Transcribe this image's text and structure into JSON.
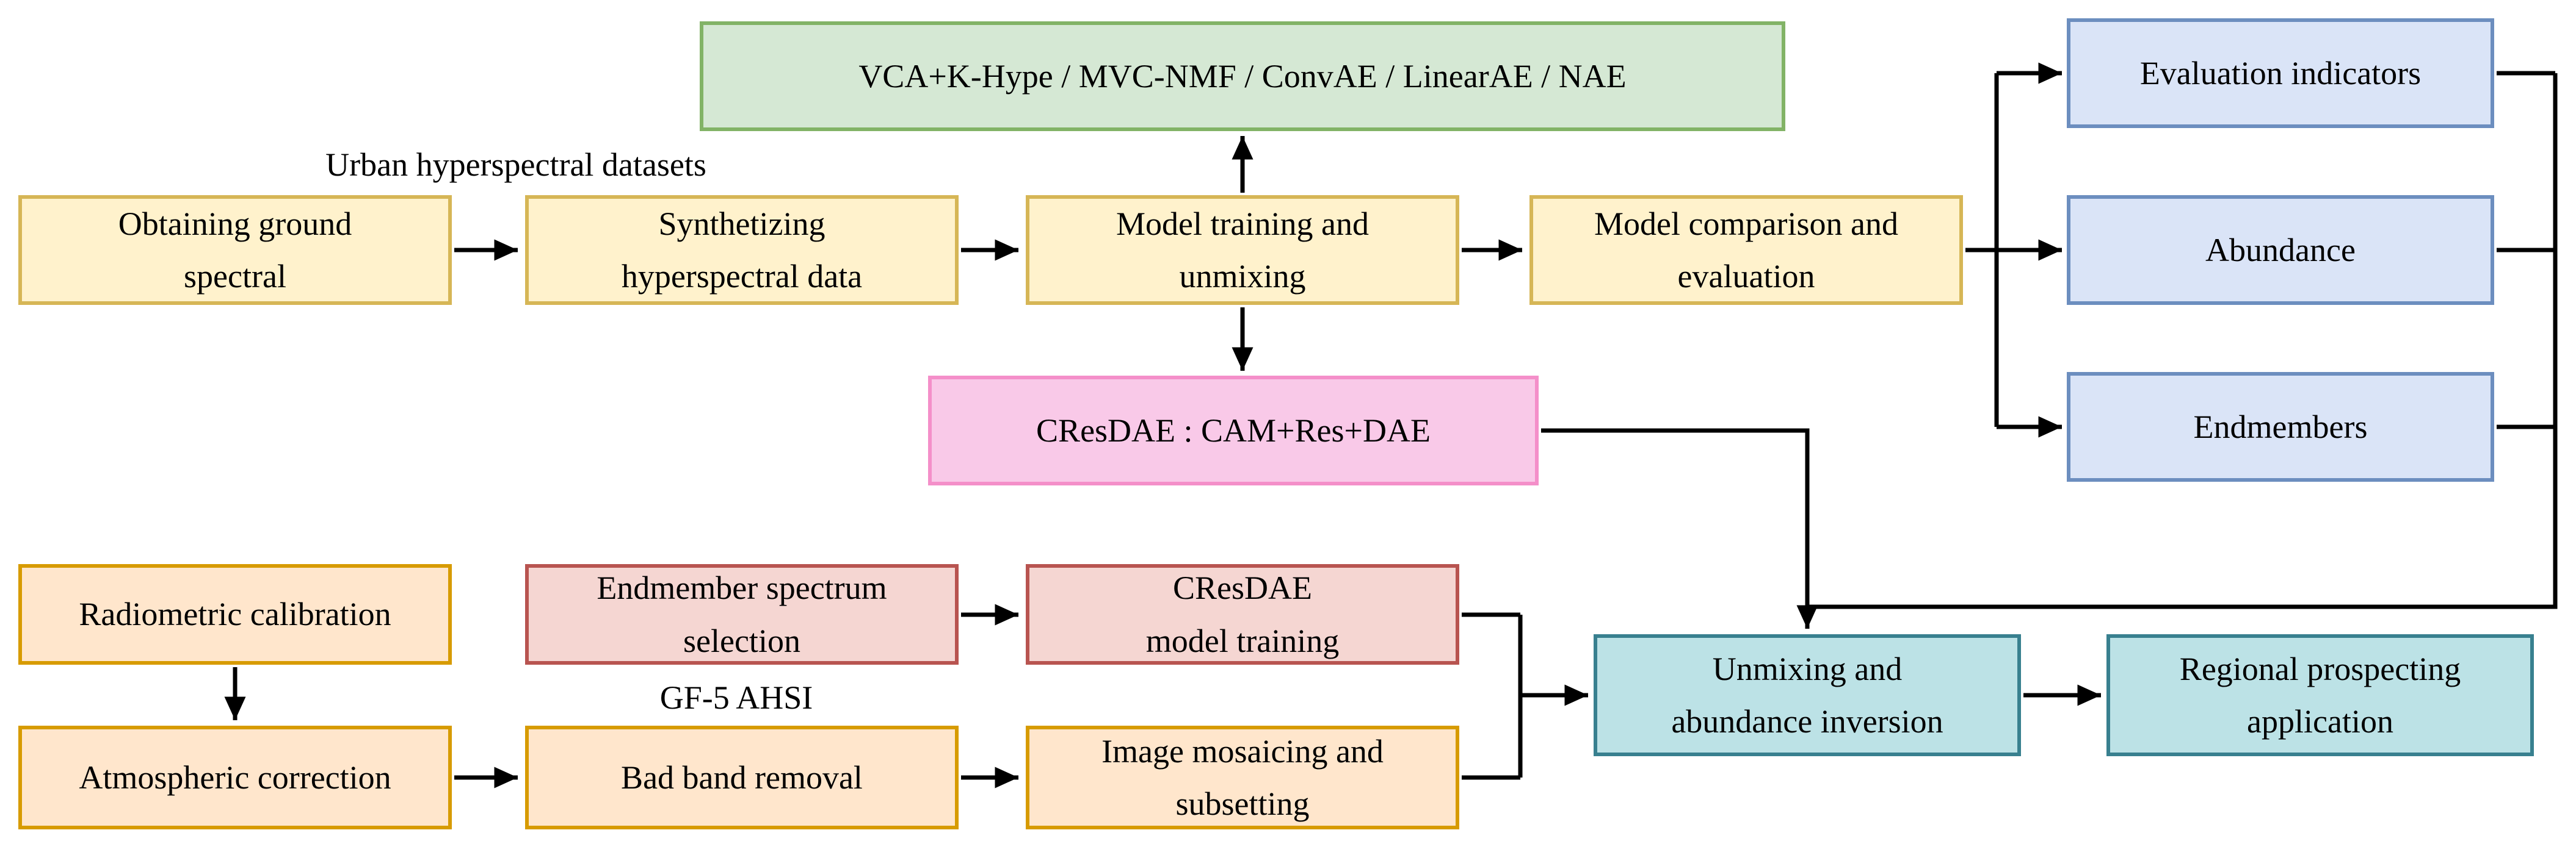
{
  "diagram": {
    "labels": {
      "urban_datasets": "Urban hyperspectral datasets",
      "gf5_ahsi": "GF-5 AHSI"
    },
    "nodes": {
      "algorithms": "VCA+K-Hype / MVC-NMF / ConvAE / LinearAE / NAE",
      "obtaining_ground": "Obtaining ground\nspectral",
      "synthetizing": "Synthetizing\nhyperspectral data",
      "model_training": "Model training and\nunmixing",
      "model_comparison": "Model comparison and\nevaluation",
      "evaluation_indicators": "Evaluation indicators",
      "abundance": "Abundance",
      "endmembers": "Endmembers",
      "cresdae": "CResDAE : CAM+Res+DAE",
      "radiometric": "Radiometric calibration",
      "atmospheric": "Atmospheric correction",
      "endmember_selection": "Endmember spectrum\nselection",
      "bad_band": "Bad band removal",
      "cresdae_training": "CResDAE\nmodel training",
      "image_mosaicing": "Image mosaicing and\nsubsetting",
      "unmixing_inversion": "Unmixing and\nabundance inversion",
      "regional": "Regional prospecting\napplication"
    },
    "palette": {
      "yellow-fill": "#fff2cc",
      "yellow-border": "#d6b656",
      "orange-fill": "#ffe6cc",
      "orange-border": "#d79b00",
      "green-fill": "#d5e8d4",
      "green-border": "#82b366",
      "blue-fill": "#dae4f7",
      "blue-border": "#6c8ebf",
      "red-fill": "#f5d6d2",
      "red-border": "#b85450",
      "pink-fill": "#f9c9e8",
      "pink-border": "#f48fc9",
      "teal-fill": "#bce2e6",
      "teal-border": "#38808f",
      "connector": "#000000"
    }
  }
}
